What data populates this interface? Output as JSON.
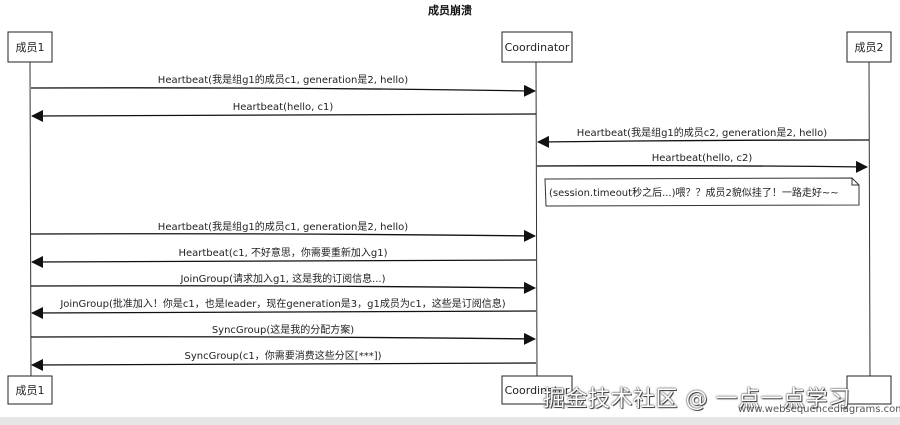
{
  "title": "成员崩溃",
  "participants": {
    "member1": "成员1",
    "coordinator": "Coordinator",
    "member2": "成员2"
  },
  "messages": [
    "Heartbeat(我是组g1的成员c1, generation是2, hello)",
    "Heartbeat(hello, c1)",
    "Heartbeat(我是组g1的成员c2, generation是2, hello)",
    "Heartbeat(hello, c2)",
    "Heartbeat(我是组g1的成员c1, generation是2, hello)",
    "Heartbeat(c1, 不好意思，你需要重新加入g1)",
    "JoinGroup(请求加入g1, 这是我的订阅信息...)",
    "JoinGroup(批准加入！你是c1，也是leader，现在generation是3，g1成员为c1，这些是订阅信息)",
    "SyncGroup(这是我的分配方案)",
    "SyncGroup(c1，你需要消费这些分区[***])"
  ],
  "note": "(session.timeout秒之后...)喂？？成员2貌似挂了！一路走好~~",
  "watermark": "掘金技术社区 @ 一点一点学习",
  "footer": "www.websequencediagrams.com"
}
